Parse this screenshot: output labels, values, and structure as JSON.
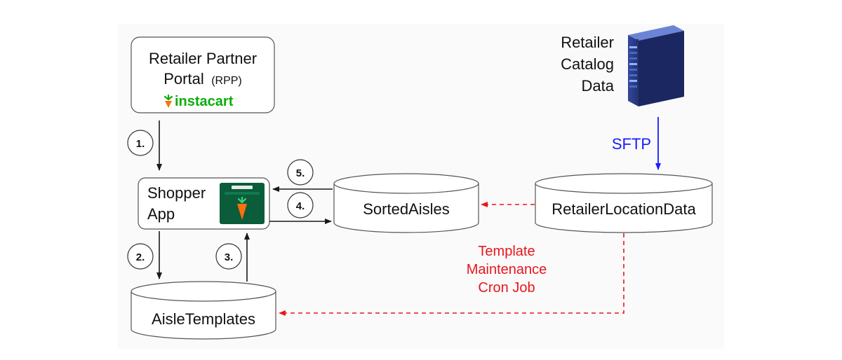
{
  "nodes": {
    "rpp": {
      "line1": "Retailer Partner",
      "line2_main": "Portal",
      "line2_abbr": "(RPP)",
      "logo_text": "instacart"
    },
    "shopper_app": {
      "line1": "Shopper",
      "line2": "App"
    },
    "aisle_templates": {
      "label": "AisleTemplates"
    },
    "sorted_aisles": {
      "label": "SortedAisles"
    },
    "retailer_location_data": {
      "label": "RetailerLocationData"
    },
    "retailer_catalog": {
      "line1": "Retailer",
      "line2": "Catalog",
      "line3": "Data"
    }
  },
  "steps": [
    "1.",
    "2.",
    "3.",
    "4.",
    "5."
  ],
  "edges": {
    "sftp_label": "SFTP",
    "cron_label": [
      "Template",
      "Maintenance",
      "Cron Job"
    ]
  },
  "colors": {
    "line": "#1a1a1a",
    "sftp": "#1a1aff",
    "cron": "#e8161c",
    "brand_green": "#0aad0a",
    "brand_orange": "#ff7009",
    "app_icon_bg": "#0a5c3a",
    "server": "#283a86"
  },
  "icons": [
    "carrot-logo-icon",
    "shopper-bag-icon",
    "server-rack-icon"
  ]
}
